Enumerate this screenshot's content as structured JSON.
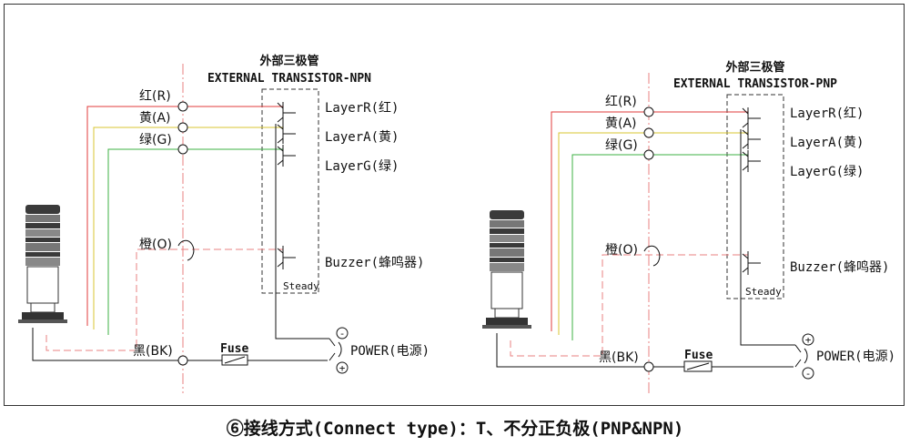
{
  "left": {
    "title_cn": "外部三极管",
    "title_en": "EXTERNAL TRANSISTOR-NPN",
    "wires": [
      {
        "label": "红(R)",
        "color": "#e23b3b"
      },
      {
        "label": "黄(A)",
        "color": "#d8c630"
      },
      {
        "label": "绿(G)",
        "color": "#3cb043"
      }
    ],
    "layers": [
      "LayerR(红)",
      "LayerA(黄)",
      "LayerG(绿)"
    ],
    "orange_label": "橙(O)",
    "buzzer": "Buzzer(蜂鸣器)",
    "steady": "Steady",
    "black_label": "黑(BK)",
    "fuse": "Fuse",
    "power": "POWER(电源)",
    "top_sign": "-",
    "bottom_sign": "+"
  },
  "right": {
    "title_cn": "外部三极管",
    "title_en": "EXTERNAL TRANSISTOR-PNP",
    "wires": [
      {
        "label": "红(R)",
        "color": "#e23b3b"
      },
      {
        "label": "黄(A)",
        "color": "#d8c630"
      },
      {
        "label": "绿(G)",
        "color": "#3cb043"
      }
    ],
    "layers": [
      "LayerR(红)",
      "LayerA(黄)",
      "LayerG(绿)"
    ],
    "orange_label": "橙(O)",
    "buzzer": "Buzzer(蜂鸣器)",
    "steady": "Steady",
    "black_label": "黑(BK)",
    "fuse": "Fuse",
    "power": "POWER(电源)",
    "top_sign": "+",
    "bottom_sign": "-"
  },
  "caption": "⑥接线方式(Connect type)：T、不分正负极(PNP&NPN)",
  "colors": {
    "red": "#e23b3b",
    "yellow": "#d8c630",
    "green": "#3cb043",
    "orange_dash": "#e88080",
    "black": "#111111"
  }
}
